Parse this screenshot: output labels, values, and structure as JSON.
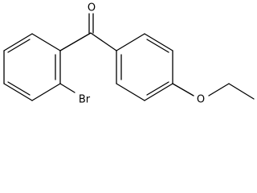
{
  "molecule": {
    "atoms": {
      "carbonyl_oxygen": "O",
      "bromine": "Br",
      "ether_oxygen": "O"
    }
  }
}
